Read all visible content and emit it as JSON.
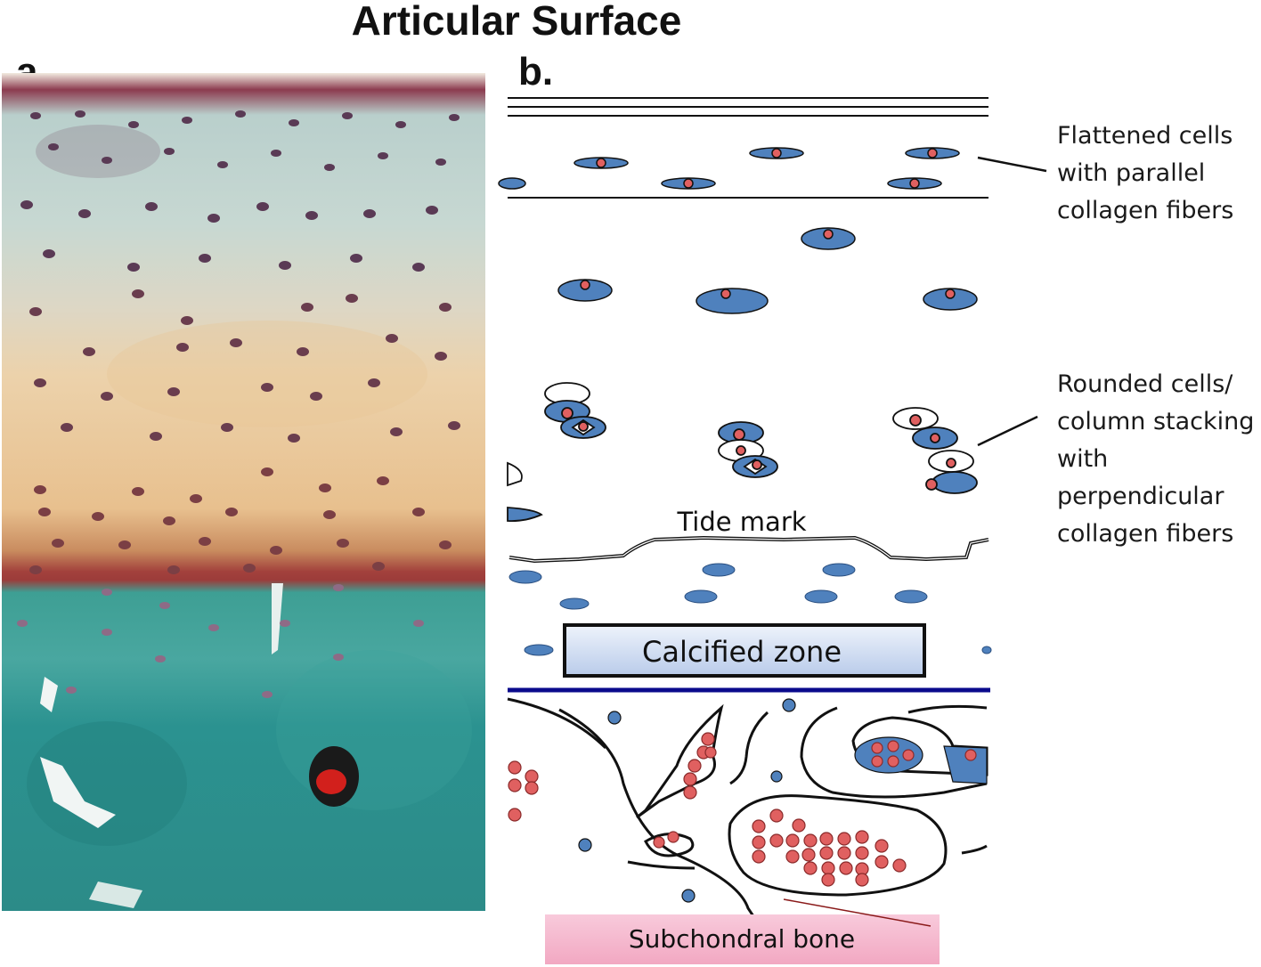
{
  "title": "Articular Surface",
  "panels": {
    "a_label": "a.",
    "b_label": "b."
  },
  "annotations": {
    "flattened": "Flattened cells\nwith parallel\ncollagen  fibers",
    "rounded": "Rounded cells/\ncolumn stacking\nwith\nperpendicular\ncollagen fibers"
  },
  "diagram_labels": {
    "tide_mark": "Tide mark",
    "calcified_zone": "Calcified zone",
    "subchondral_bone": "Subchondral bone"
  },
  "colors": {
    "cell_blue": "#4f81bd",
    "nucleus_red": "#e06060",
    "calcified_line": "#0a0a8c",
    "calcified_box": "#dbe5f5",
    "subchondral_box": "#f4b6cc"
  }
}
